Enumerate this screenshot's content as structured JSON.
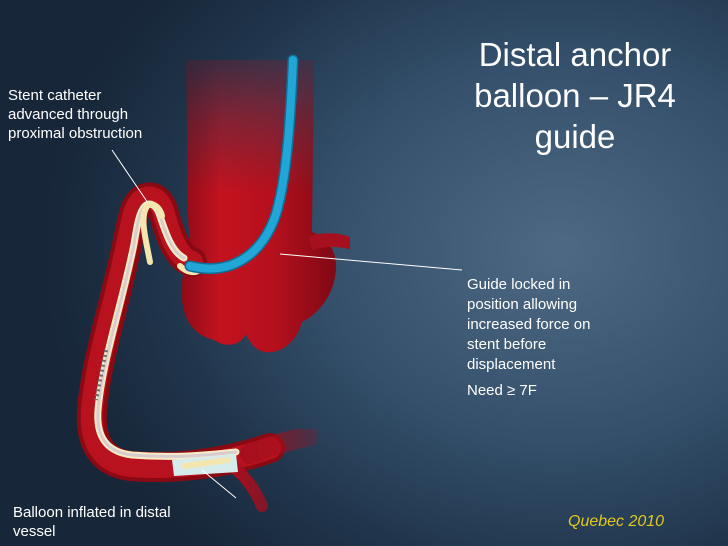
{
  "slide": {
    "title_lines": [
      "Distal anchor",
      "balloon – JR4",
      "guide"
    ],
    "labels": {
      "stent_catheter_lines": [
        "Stent catheter",
        "advanced through",
        "proximal obstruction"
      ],
      "guide_locked_lines": [
        "Guide locked in",
        "position allowing",
        "increased force on",
        "stent before",
        "displacement"
      ],
      "need": "Need ≥ 7F",
      "balloon_lines": [
        "Balloon inflated in distal",
        "vessel"
      ]
    },
    "footer": "Quebec 2010"
  },
  "colors": {
    "background": "#1e3248",
    "vessel": "#a50f1e",
    "aorta": "#b0101d",
    "guide": "#1fa3d6",
    "stent": "#f3e6ae",
    "balloon": "#cfe8ea",
    "footer_text": "#e3c71d"
  }
}
